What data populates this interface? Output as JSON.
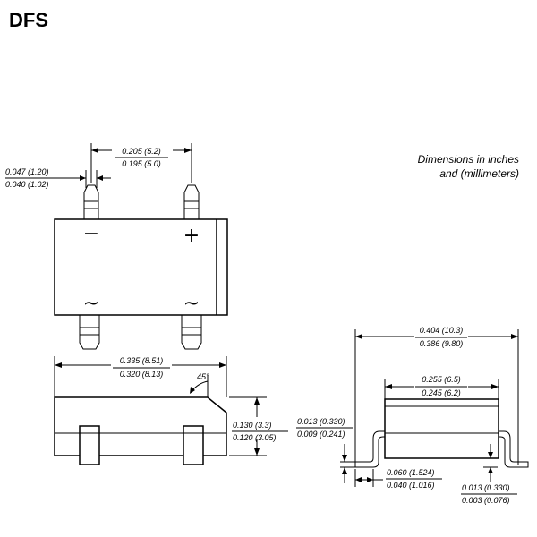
{
  "title": "DFS",
  "note": {
    "line1": "Dimensions in inches",
    "line2": "and (millimeters)"
  },
  "top_view": {
    "lead_width_max": "0.047 (1.20)",
    "lead_width_min": "0.040 (1.02)",
    "pitch_max": "0.205 (5.2)",
    "pitch_min": "0.195 (5.0)",
    "minus_symbol": "−",
    "plus_symbol": "+",
    "ac_symbol": "~"
  },
  "side_view": {
    "length_max": "0.335 (8.51)",
    "length_min": "0.320 (8.13)",
    "chamfer_angle": "45°",
    "height_max": "0.130 (3.3)",
    "height_min": "0.120 (3.05)"
  },
  "end_view": {
    "overall_width_max": "0.404 (10.3)",
    "overall_width_min": "0.386 (9.80)",
    "body_width_max": "0.255 (6.5)",
    "body_width_min": "0.245 (6.2)",
    "lead_thickness_max": "0.013 (0.330)",
    "lead_thickness_min": "0.009 (0.241)",
    "foot_length_max": "0.060 (1.524)",
    "foot_length_min": "0.040 (1.016)",
    "standoff_max": "0.013 (0.330)",
    "standoff_min": "0.003 (0.076)"
  }
}
